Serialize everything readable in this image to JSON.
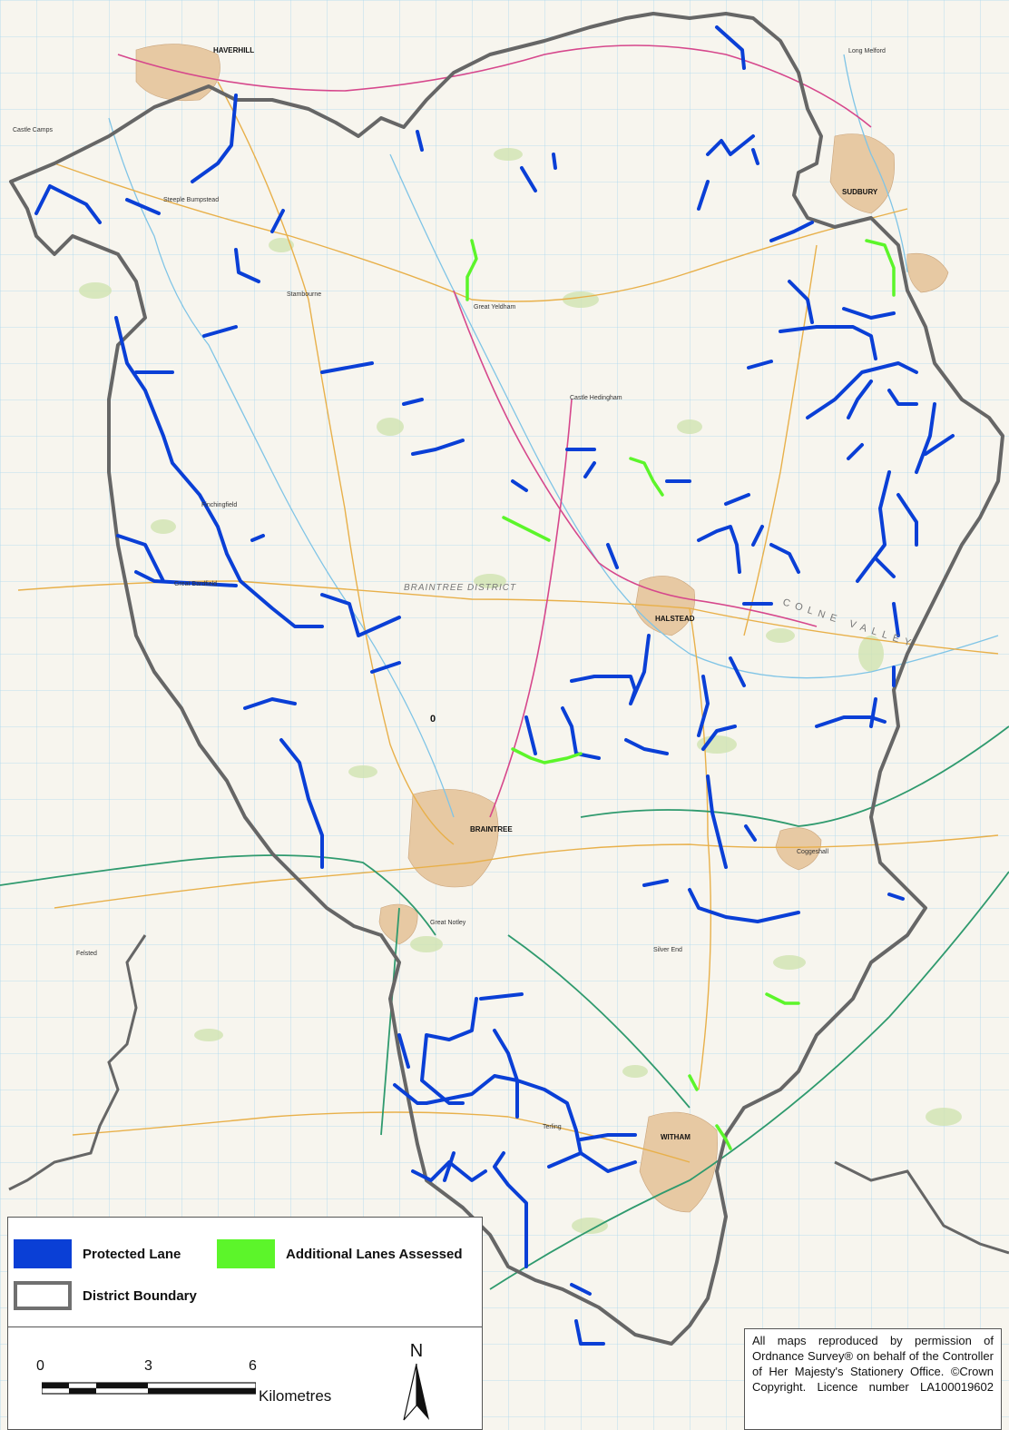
{
  "map": {
    "place_labels": {
      "haverhill": "HAVERHILL",
      "sudbury": "SUDBURY",
      "halstead": "HALSTEAD",
      "braintree": "BRAINTREE",
      "witham": "WITHAM",
      "great_yeldham": "Great Yeldham",
      "castle_hedingham": "Castle Hedingham",
      "finchingfield": "Finchingfield",
      "great_bardfield": "Great Bardfield",
      "steeple_bumpstead": "Steeple Bumpstead",
      "stambourne": "Stambourne",
      "coggeshall": "Coggeshall",
      "great_notley": "Great Notley",
      "silver_end": "Silver End",
      "terling": "Terling",
      "castle_camps": "Castle Camps",
      "felsted": "Felsted",
      "long_melford": "Long Melford"
    },
    "district_label": "BRAINTREE DISTRICT",
    "valley_label": "COLNE VALLEY",
    "point_marker": "0",
    "colors": {
      "protected_lane": "#0a3fd6",
      "additional_lane": "#5cf52a",
      "district_boundary": "#666666",
      "roads": "#e8b04a",
      "railway": "#2f9a6e",
      "grid": "#aad7ee"
    }
  },
  "legend": {
    "protected_lane": "Protected Lane",
    "additional_lanes": "Additional Lanes Assessed",
    "district_boundary": "District Boundary"
  },
  "scale": {
    "ticks": [
      "0",
      "3",
      "6"
    ],
    "unit": "Kilometres",
    "north_label": "N",
    "icon": "north-arrow-icon"
  },
  "copyright": "All maps reproduced by permission of Ordnance Survey® on behalf of the Controller of Her Majesty's Stationery Office. ©Crown Copyright. Licence number LA100019602"
}
